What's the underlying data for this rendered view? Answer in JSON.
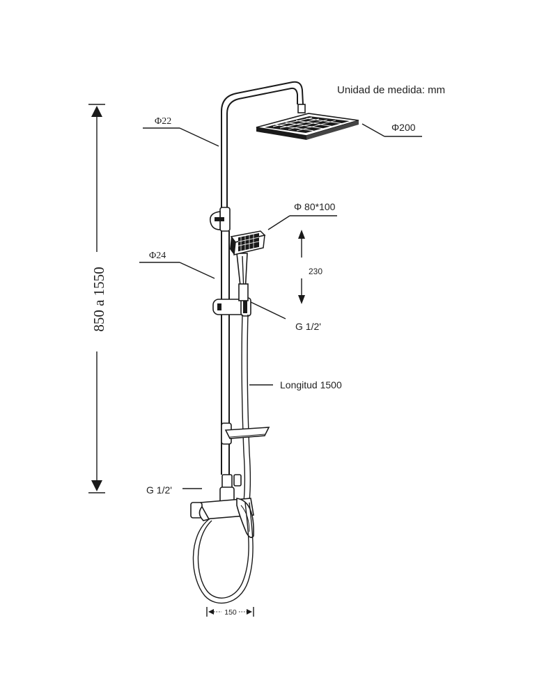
{
  "units_note": "Unidad de medida: mm",
  "labels": {
    "top_pipe_diameter": "Φ22",
    "head_diameter": "Φ200",
    "hand_shower_size": "Φ 80*100",
    "lower_pipe_diameter": "Φ24",
    "slide_height": "230",
    "upper_connection": "G 1/2'",
    "hose_length": "Longitud 1500",
    "lower_connection": "G 1/2'",
    "base_width": "150",
    "total_height": "850 a 1550"
  }
}
